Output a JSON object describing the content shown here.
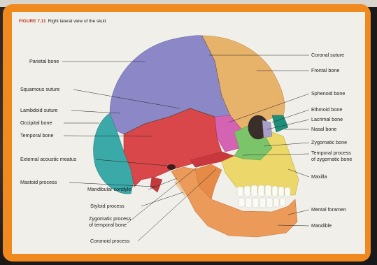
{
  "figure": {
    "number": "FIGURE 7.11",
    "caption": "Right lateral view of the skull."
  },
  "labels_left": [
    {
      "id": "parietal",
      "text": "Parietal bone"
    },
    {
      "id": "squamous",
      "text": "Squamous suture"
    },
    {
      "id": "lambdoid",
      "text": "Lambdoid suture"
    },
    {
      "id": "occipital",
      "text": "Occipital bone"
    },
    {
      "id": "temporal",
      "text": "Temporal bone"
    },
    {
      "id": "eam",
      "text": "External acoustic meatus"
    },
    {
      "id": "mastoid",
      "text": "Mastoid process"
    },
    {
      "id": "condyle",
      "text": "Mandibular condyle"
    },
    {
      "id": "styloid",
      "text": "Styloid process"
    },
    {
      "id": "zygproc1",
      "text": "Zygomatic process"
    },
    {
      "id": "zygproc2",
      "text": "of temporal bone"
    },
    {
      "id": "coronoid",
      "text": "Coronoid process"
    }
  ],
  "labels_right": [
    {
      "id": "coronal",
      "text": "Coronal suture"
    },
    {
      "id": "frontal",
      "text": "Frontal bone"
    },
    {
      "id": "sphenoid",
      "text": "Sphenoid bone"
    },
    {
      "id": "ethmoid",
      "text": "Ethmoid bone"
    },
    {
      "id": "lacrimal",
      "text": "Lacrimal bone"
    },
    {
      "id": "nasal",
      "text": "Nasal bone"
    },
    {
      "id": "zygomatic",
      "text": "Zygomatic bone"
    },
    {
      "id": "tpz1",
      "text": "Temporal process"
    },
    {
      "id": "tpz2",
      "text": "of zygomatic bone"
    },
    {
      "id": "maxilla",
      "text": "Maxilla"
    },
    {
      "id": "mental",
      "text": "Mental foramen"
    },
    {
      "id": "mandible",
      "text": "Mandible"
    }
  ],
  "colors": {
    "frame": "#f08a1e",
    "parietal": "#8c88c8",
    "frontal": "#e7b26a",
    "temporal": "#d9474a",
    "occipital": "#3aa9a8",
    "sphenoid": "#d463b4",
    "zygomatic": "#7cc46a",
    "maxilla": "#ecd86a",
    "mandible": "#ec9a5a",
    "nasal": "#1f8f7a",
    "lacrimal": "#a8a0c8"
  }
}
